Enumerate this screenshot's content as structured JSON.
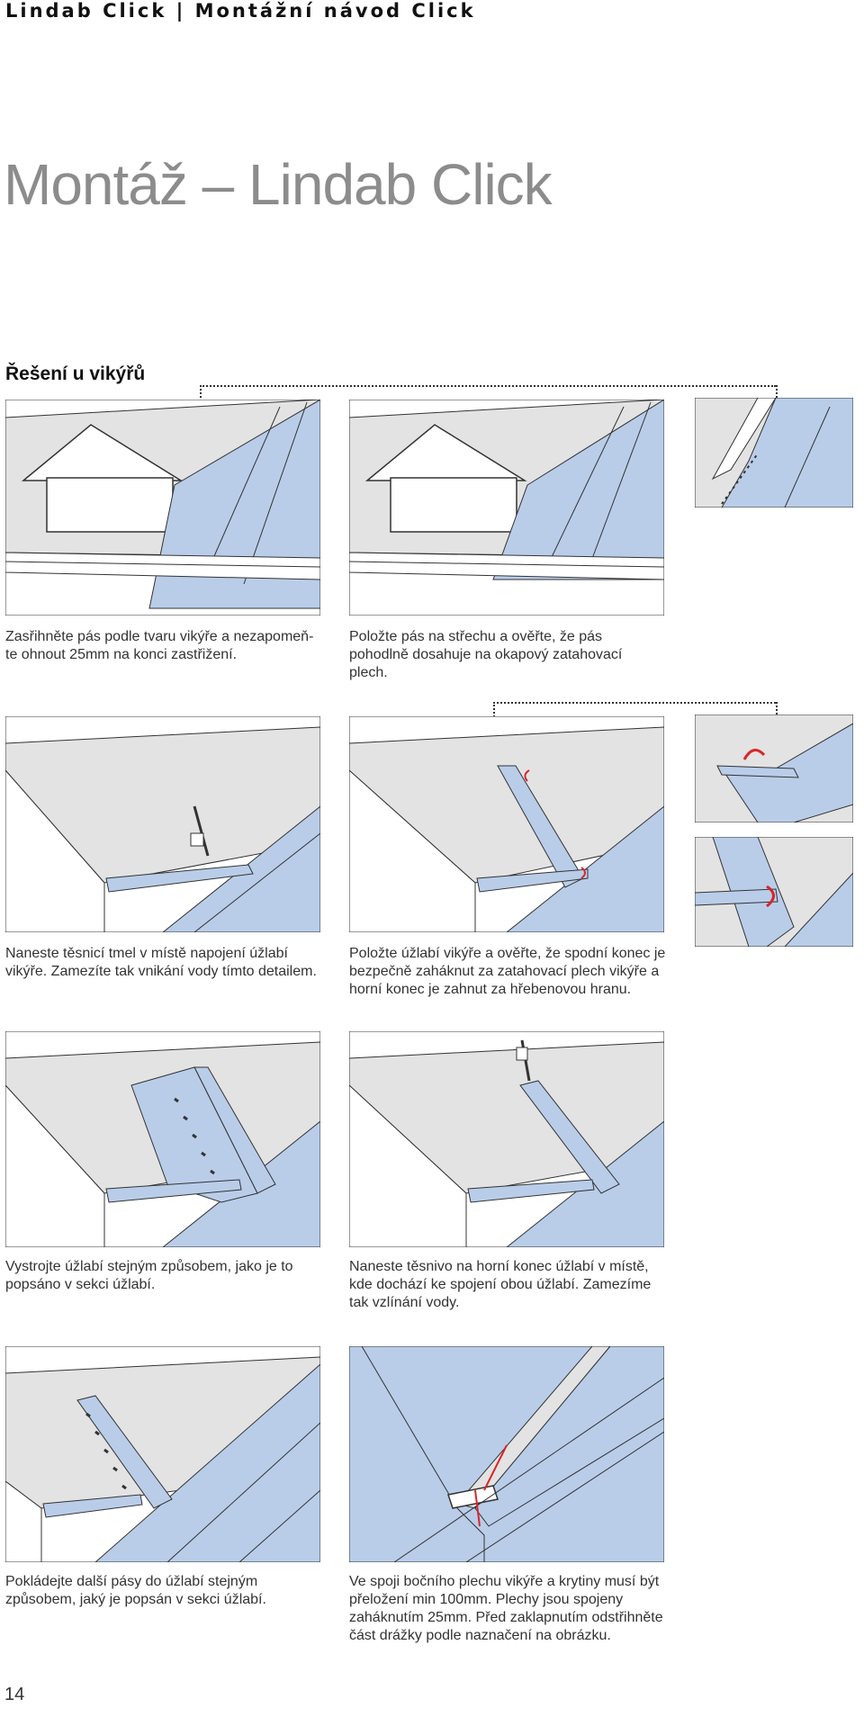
{
  "header": "Lindab Click   |   Montážní návod Click",
  "title": "Montáž – Lindab Click",
  "section": "Řešení u vikýřů",
  "captions": [
    "Zasřihněte pás podle tvaru vikýře a nezapomeň-te ohnout 25mm na konci zastřižení.",
    "Položte pás na střechu a ověřte, že pás pohodlně dosahuje na okapový zatahovací plech.",
    "Naneste těsnicí tmel v místě napojení úžlabí vikýře. Zamezíte tak vnikání vody tímto detailem.",
    "Položte úžlabí vikýře a ověřte, že spodní konec je bezpečně zaháknut za zatahovací plech vikýře a horní konec je zahnut za hřebenovou hranu.",
    "Vystrojte úžlabí stejným způsobem, jako je to popsáno v sekci úžlabí.",
    "Naneste těsnivo na horní konec úžlabí v místě, kde dochází ke spojení obou úžlabí. Zamezíme tak vzlínání vody.",
    "Pokládejte další pásy do úžlabí stejným způsobem, jaký je popsán v sekci úžlabí.",
    "Ve spoji bočního plechu vikýře a krytiny musí být přeložení min 100mm. Plechy jsou spojeny zaháknutím 25mm. Před zaklapnutím odstřihněte část drážky podle naznačení na obrázku."
  ],
  "page_number": "14",
  "colors": {
    "roof_grey": "#e3e3e3",
    "panel_blue": "#b9cde9",
    "line": "#333333",
    "accent_red": "#d9252a"
  }
}
